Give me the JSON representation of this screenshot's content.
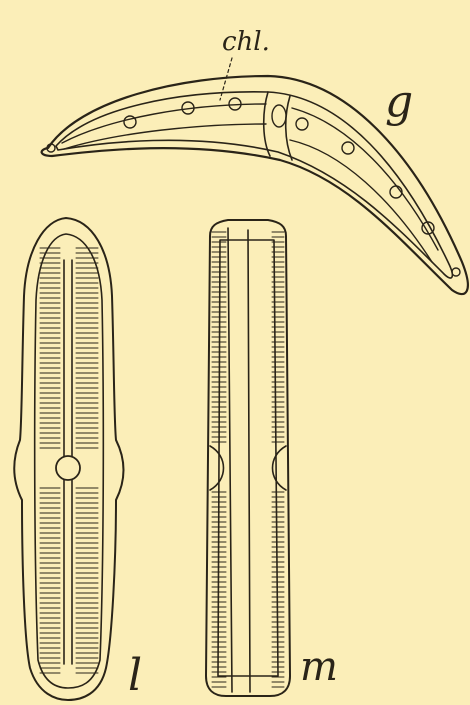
{
  "figure": {
    "labels": {
      "g": "g",
      "chl": "chl.",
      "l": "l",
      "m": "m"
    },
    "colors": {
      "paper": "#fbeeb8",
      "ink": "#2a2418"
    }
  }
}
